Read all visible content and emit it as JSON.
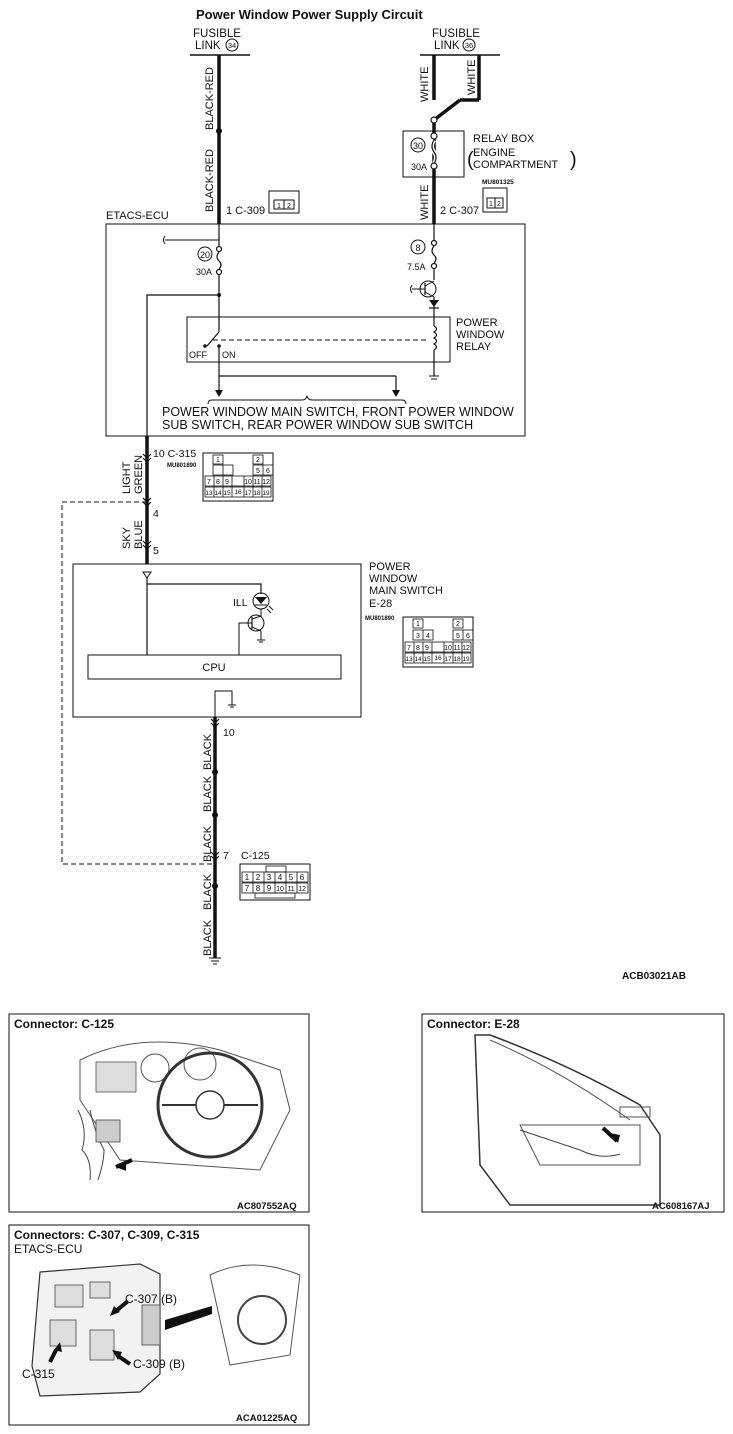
{
  "title": "Power Window Power Supply Circuit",
  "fusible_link_left": {
    "line1": "FUSIBLE",
    "line2": "LINK",
    "num": "34"
  },
  "fusible_link_right": {
    "line1": "FUSIBLE",
    "line2": "LINK",
    "num": "36"
  },
  "wires": {
    "black_red": "BLACK-RED",
    "white": "WHITE",
    "light_green_1": "LIGHT",
    "light_green_2": "GREEN",
    "sky_blue_1": "SKY",
    "sky_blue_2": "BLUE",
    "black": "BLACK"
  },
  "relay_box": {
    "fuse_num": "30",
    "amp": "30A",
    "line1": "RELAY BOX",
    "line2": "ENGINE",
    "line3": "COMPARTMENT"
  },
  "connectors_top": {
    "c309_pin": "1 C-309",
    "c307_pin": "2 C-307",
    "c307_code": "MU801325",
    "c309_pins": [
      "1",
      "2"
    ],
    "c307_pins": [
      "1",
      "2"
    ]
  },
  "etacs": {
    "label": "ETACS-ECU",
    "fuse20_num": "20",
    "fuse20_amp": "30A",
    "fuse8_num": "8",
    "fuse8_amp": "7.5A",
    "relay_line1": "POWER",
    "relay_line2": "WINDOW",
    "relay_line3": "RELAY",
    "off": "OFF",
    "on": "ON",
    "bottom_line1": "POWER WINDOW MAIN SWITCH, FRONT POWER WINDOW",
    "bottom_line2": "SUB SWITCH, REAR POWER WINDOW SUB SWITCH"
  },
  "c315": {
    "pin": "10 C-315",
    "code": "MU801890"
  },
  "connector_grid_19": {
    "row1": [
      "1",
      "",
      "",
      "",
      "2",
      ""
    ],
    "row2": [
      "3",
      "4",
      "",
      "",
      "5",
      "6"
    ],
    "row3": [
      "7",
      "8",
      "9",
      "",
      "10",
      "11",
      "12"
    ],
    "row4": [
      "13",
      "14",
      "15",
      "16",
      "17",
      "18",
      "19"
    ]
  },
  "pins": {
    "p4": "4",
    "p5": "5",
    "p10": "10",
    "p7": "7"
  },
  "main_switch": {
    "line1": "POWER",
    "line2": "WINDOW",
    "line3": "MAIN SWITCH",
    "conn": "E-28",
    "code": "MU801890",
    "ill": "ILL",
    "cpu": "CPU"
  },
  "c125": {
    "label": "C-125",
    "top": [
      "1",
      "2",
      "3",
      "4",
      "5",
      "6"
    ],
    "bottom": [
      "7",
      "8",
      "9",
      "10",
      "11",
      "12"
    ]
  },
  "diagram_code": "ACB03021AB",
  "panels": {
    "c125": {
      "title": "Connector: C-125",
      "code": "AC807552AQ"
    },
    "e28": {
      "title": "Connector: E-28",
      "code": "AC608167AJ"
    },
    "etacs": {
      "title": "Connectors: C-307, C-309, C-315",
      "subtitle": "ETACS-ECU",
      "c307": "C-307 (B)",
      "c309": "C-309 (B)",
      "c315": "C-315",
      "code": "ACA01225AQ"
    }
  }
}
